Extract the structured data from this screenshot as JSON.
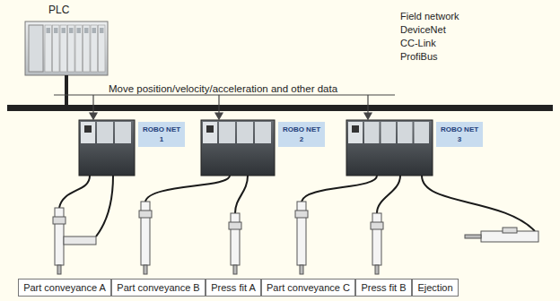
{
  "diagram": {
    "nodes": [
      {
        "text": [
          "PLC"
        ]
      },
      {
        "text": [
          "ROBO NET 1"
        ]
      },
      {
        "text": [
          "ROBO NET 2"
        ]
      },
      {
        "text": [
          "ROBO NET 3"
        ]
      },
      {
        "text": [
          "Part conveyance A"
        ]
      },
      {
        "text": [
          "Part conveyance B"
        ]
      },
      {
        "text": [
          "Press fit A"
        ]
      },
      {
        "text": [
          "Part conveyance C"
        ]
      },
      {
        "text": [
          "Press fit B"
        ]
      },
      {
        "text": [
          "Ejection"
        ]
      }
    ],
    "labels": [
      "Field network",
      "DeviceNet",
      "CC-Link",
      "ProfiBus",
      "Move position/velocity/acceleration and other data"
    ]
  }
}
